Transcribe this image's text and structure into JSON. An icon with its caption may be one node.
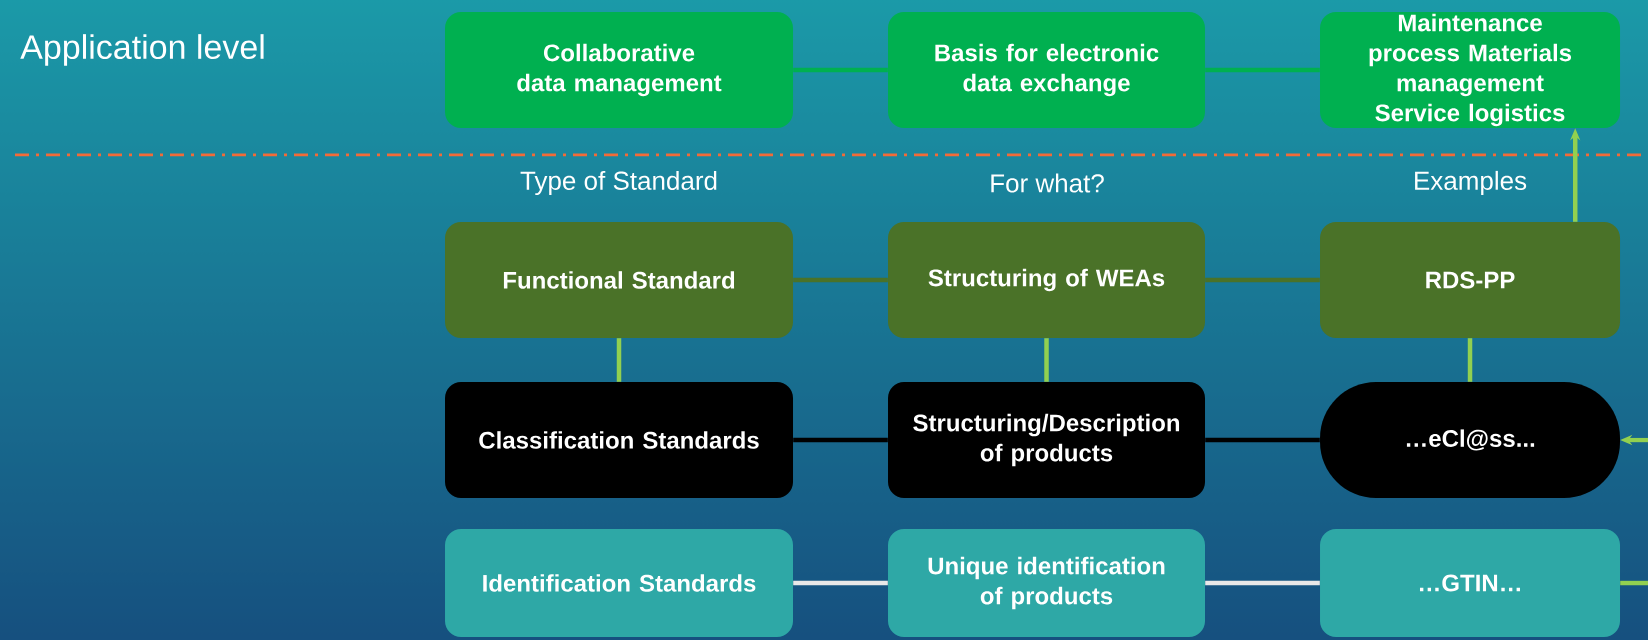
{
  "diagram": {
    "nodes": [
      {
        "text": [
          "Collaborative data management"
        ]
      },
      {
        "text": [
          "Basis for electronic data exchange"
        ]
      },
      {
        "text": [
          "Maintenance process Materials management Service logistics"
        ]
      },
      {
        "text": [
          "Functional Standard"
        ]
      },
      {
        "text": [
          "Structuring of WEAs"
        ]
      },
      {
        "text": [
          "RDS-PP"
        ]
      },
      {
        "text": [
          "Classification Standards"
        ]
      },
      {
        "text": [
          "Structuring/Description of products"
        ]
      },
      {
        "text": [
          "…eCl@ss..."
        ]
      },
      {
        "text": [
          "Identification Standards"
        ]
      },
      {
        "text": [
          "Unique identification of products"
        ]
      },
      {
        "text": [
          "…GTIN…"
        ]
      }
    ],
    "edges": [
      {
        "from": 0,
        "to": 1,
        "arrow": "none",
        "color": "#00b050"
      },
      {
        "from": 1,
        "to": 2,
        "arrow": "none",
        "color": "#00b050"
      },
      {
        "from": 3,
        "to": 4,
        "arrow": "none",
        "color": "#4a7228"
      },
      {
        "from": 4,
        "to": 5,
        "arrow": "none",
        "color": "#4a7228"
      },
      {
        "from": 6,
        "to": 7,
        "arrow": "none",
        "color": "#000000"
      },
      {
        "from": 7,
        "to": 8,
        "arrow": "none",
        "color": "#000000"
      },
      {
        "from": 9,
        "to": 10,
        "arrow": "none",
        "color": "#e8e8e8"
      },
      {
        "from": 10,
        "to": 11,
        "arrow": "none",
        "color": "#e8e8e8"
      },
      {
        "from": 3,
        "to": 6,
        "arrow": "none"
      },
      {
        "from": 4,
        "to": 7,
        "arrow": "none"
      },
      {
        "from": 5,
        "to": 8,
        "arrow": "none"
      },
      {
        "from": 5,
        "to": 2,
        "arrow": "to"
      },
      {
        "from": null,
        "to": 8,
        "arrow": "to"
      },
      {
        "from": 11,
        "to": null,
        "arrow": "none"
      }
    ],
    "labels": [
      "Application level",
      "Type of Standard",
      "For what?",
      "Examples"
    ]
  }
}
